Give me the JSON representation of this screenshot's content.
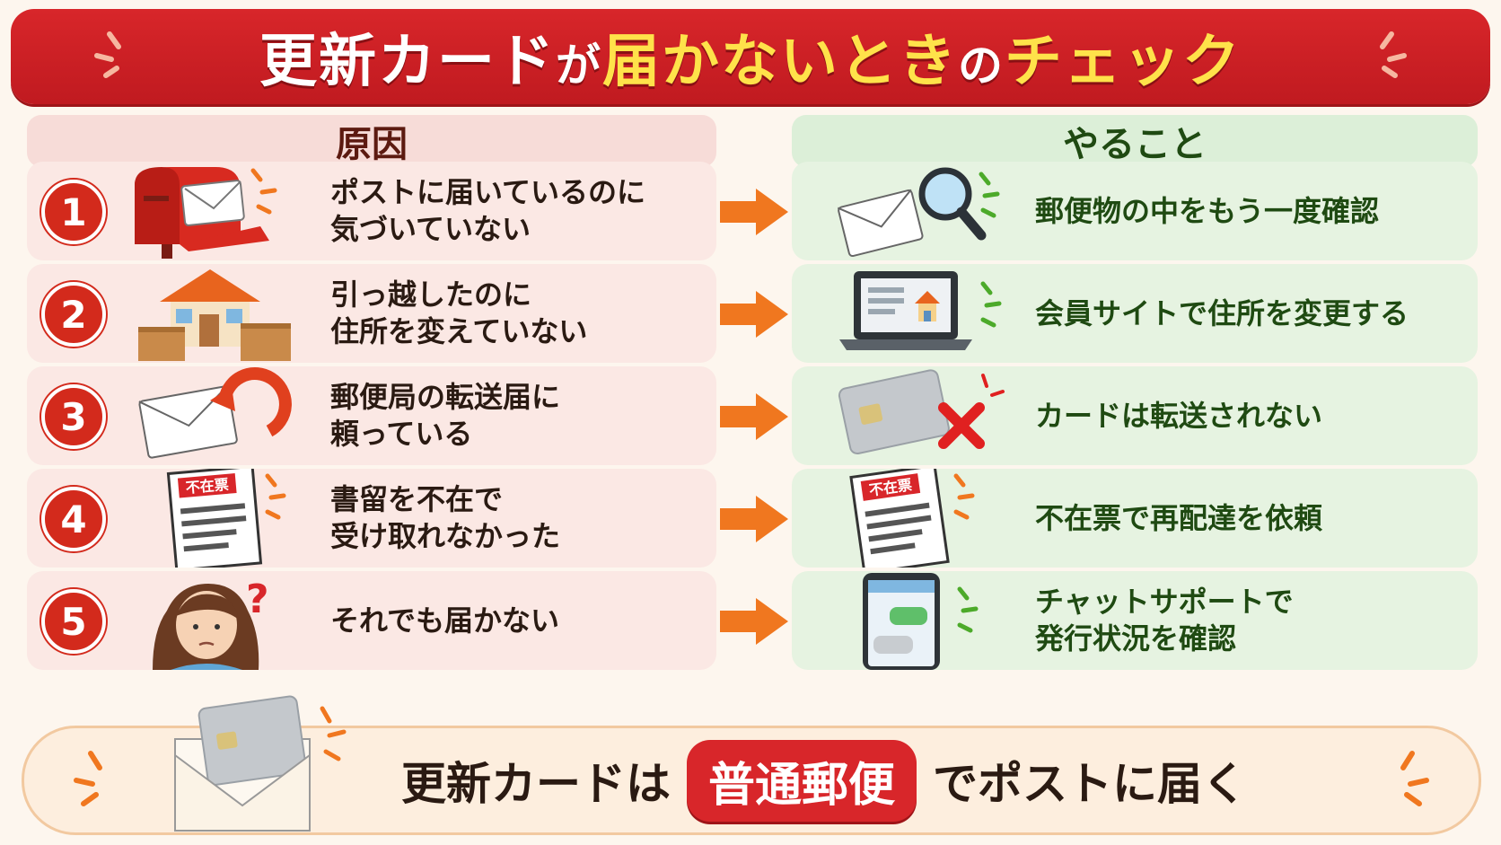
{
  "header": {
    "title_part1": "更新カード",
    "title_part2": "が",
    "title_part3": "届かないとき",
    "title_part4": "の",
    "title_part5": "チェック"
  },
  "columns": {
    "cause": "原因",
    "todo": "やること"
  },
  "rows": [
    {
      "num": "1",
      "cause_line1": "ポストに届いているのに",
      "cause_line2": "気づいていない",
      "todo_line1": "郵便物の中をもう一度確認",
      "todo_line2": "",
      "cause_icon": "mailbox-icon",
      "todo_icon": "envelope-magnifier-icon"
    },
    {
      "num": "2",
      "cause_line1": "引っ越したのに",
      "cause_line2": "住所を変えていない",
      "todo_line1": "会員サイトで住所を変更する",
      "todo_line2": "",
      "cause_icon": "house-boxes-icon",
      "todo_icon": "laptop-house-icon"
    },
    {
      "num": "3",
      "cause_line1": "郵便局の転送届に",
      "cause_line2": "頼っている",
      "todo_line1": "カードは転送されない",
      "todo_line2": "",
      "cause_icon": "envelope-forward-icon",
      "todo_icon": "card-cross-icon"
    },
    {
      "num": "4",
      "cause_line1": "書留を不在で",
      "cause_line2": "受け取れなかった",
      "todo_line1": "不在票で再配達を依頼",
      "todo_line2": "",
      "cause_icon": "absence-slip-icon",
      "todo_icon": "absence-slip-icon"
    },
    {
      "num": "5",
      "cause_line1": "それでも届かない",
      "cause_line2": "",
      "todo_line1": "チャットサポートで",
      "todo_line2": "発行状況を確認",
      "cause_icon": "confused-woman-icon",
      "todo_icon": "smartphone-chat-icon"
    }
  ],
  "slip_label": "不在票",
  "bottom": {
    "text_before": "更新カードは",
    "highlight": "普通郵便",
    "text_after": "でポストに届く"
  },
  "colors": {
    "red": "#d8262a",
    "orange": "#f0771f",
    "green": "#1f4a12",
    "yellow": "#ffe24a"
  }
}
